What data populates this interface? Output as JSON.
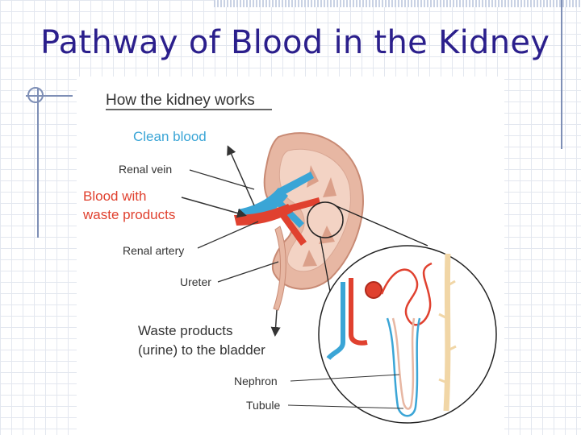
{
  "slide": {
    "title": "Pathway of Blood in the Kidney"
  },
  "diagram": {
    "heading": "How the kidney works",
    "labels": {
      "clean_blood": "Clean blood",
      "renal_vein": "Renal vein",
      "blood_with_1": "Blood with",
      "blood_with_2": "waste products",
      "renal_artery": "Renal artery",
      "ureter": "Ureter",
      "waste_1": "Waste products",
      "waste_2": "(urine) to the bladder",
      "nephron": "Nephron",
      "tubule": "Tubule"
    }
  },
  "colors": {
    "title": "#2b1f8c",
    "label_blue": "#3aa5d6",
    "label_red": "#e0412f",
    "label_dark": "#333333",
    "kidney_outer": "#e7b7a3",
    "kidney_inner": "#f3d3c4",
    "artery": "#e0412f",
    "vein": "#3aa5d6"
  }
}
